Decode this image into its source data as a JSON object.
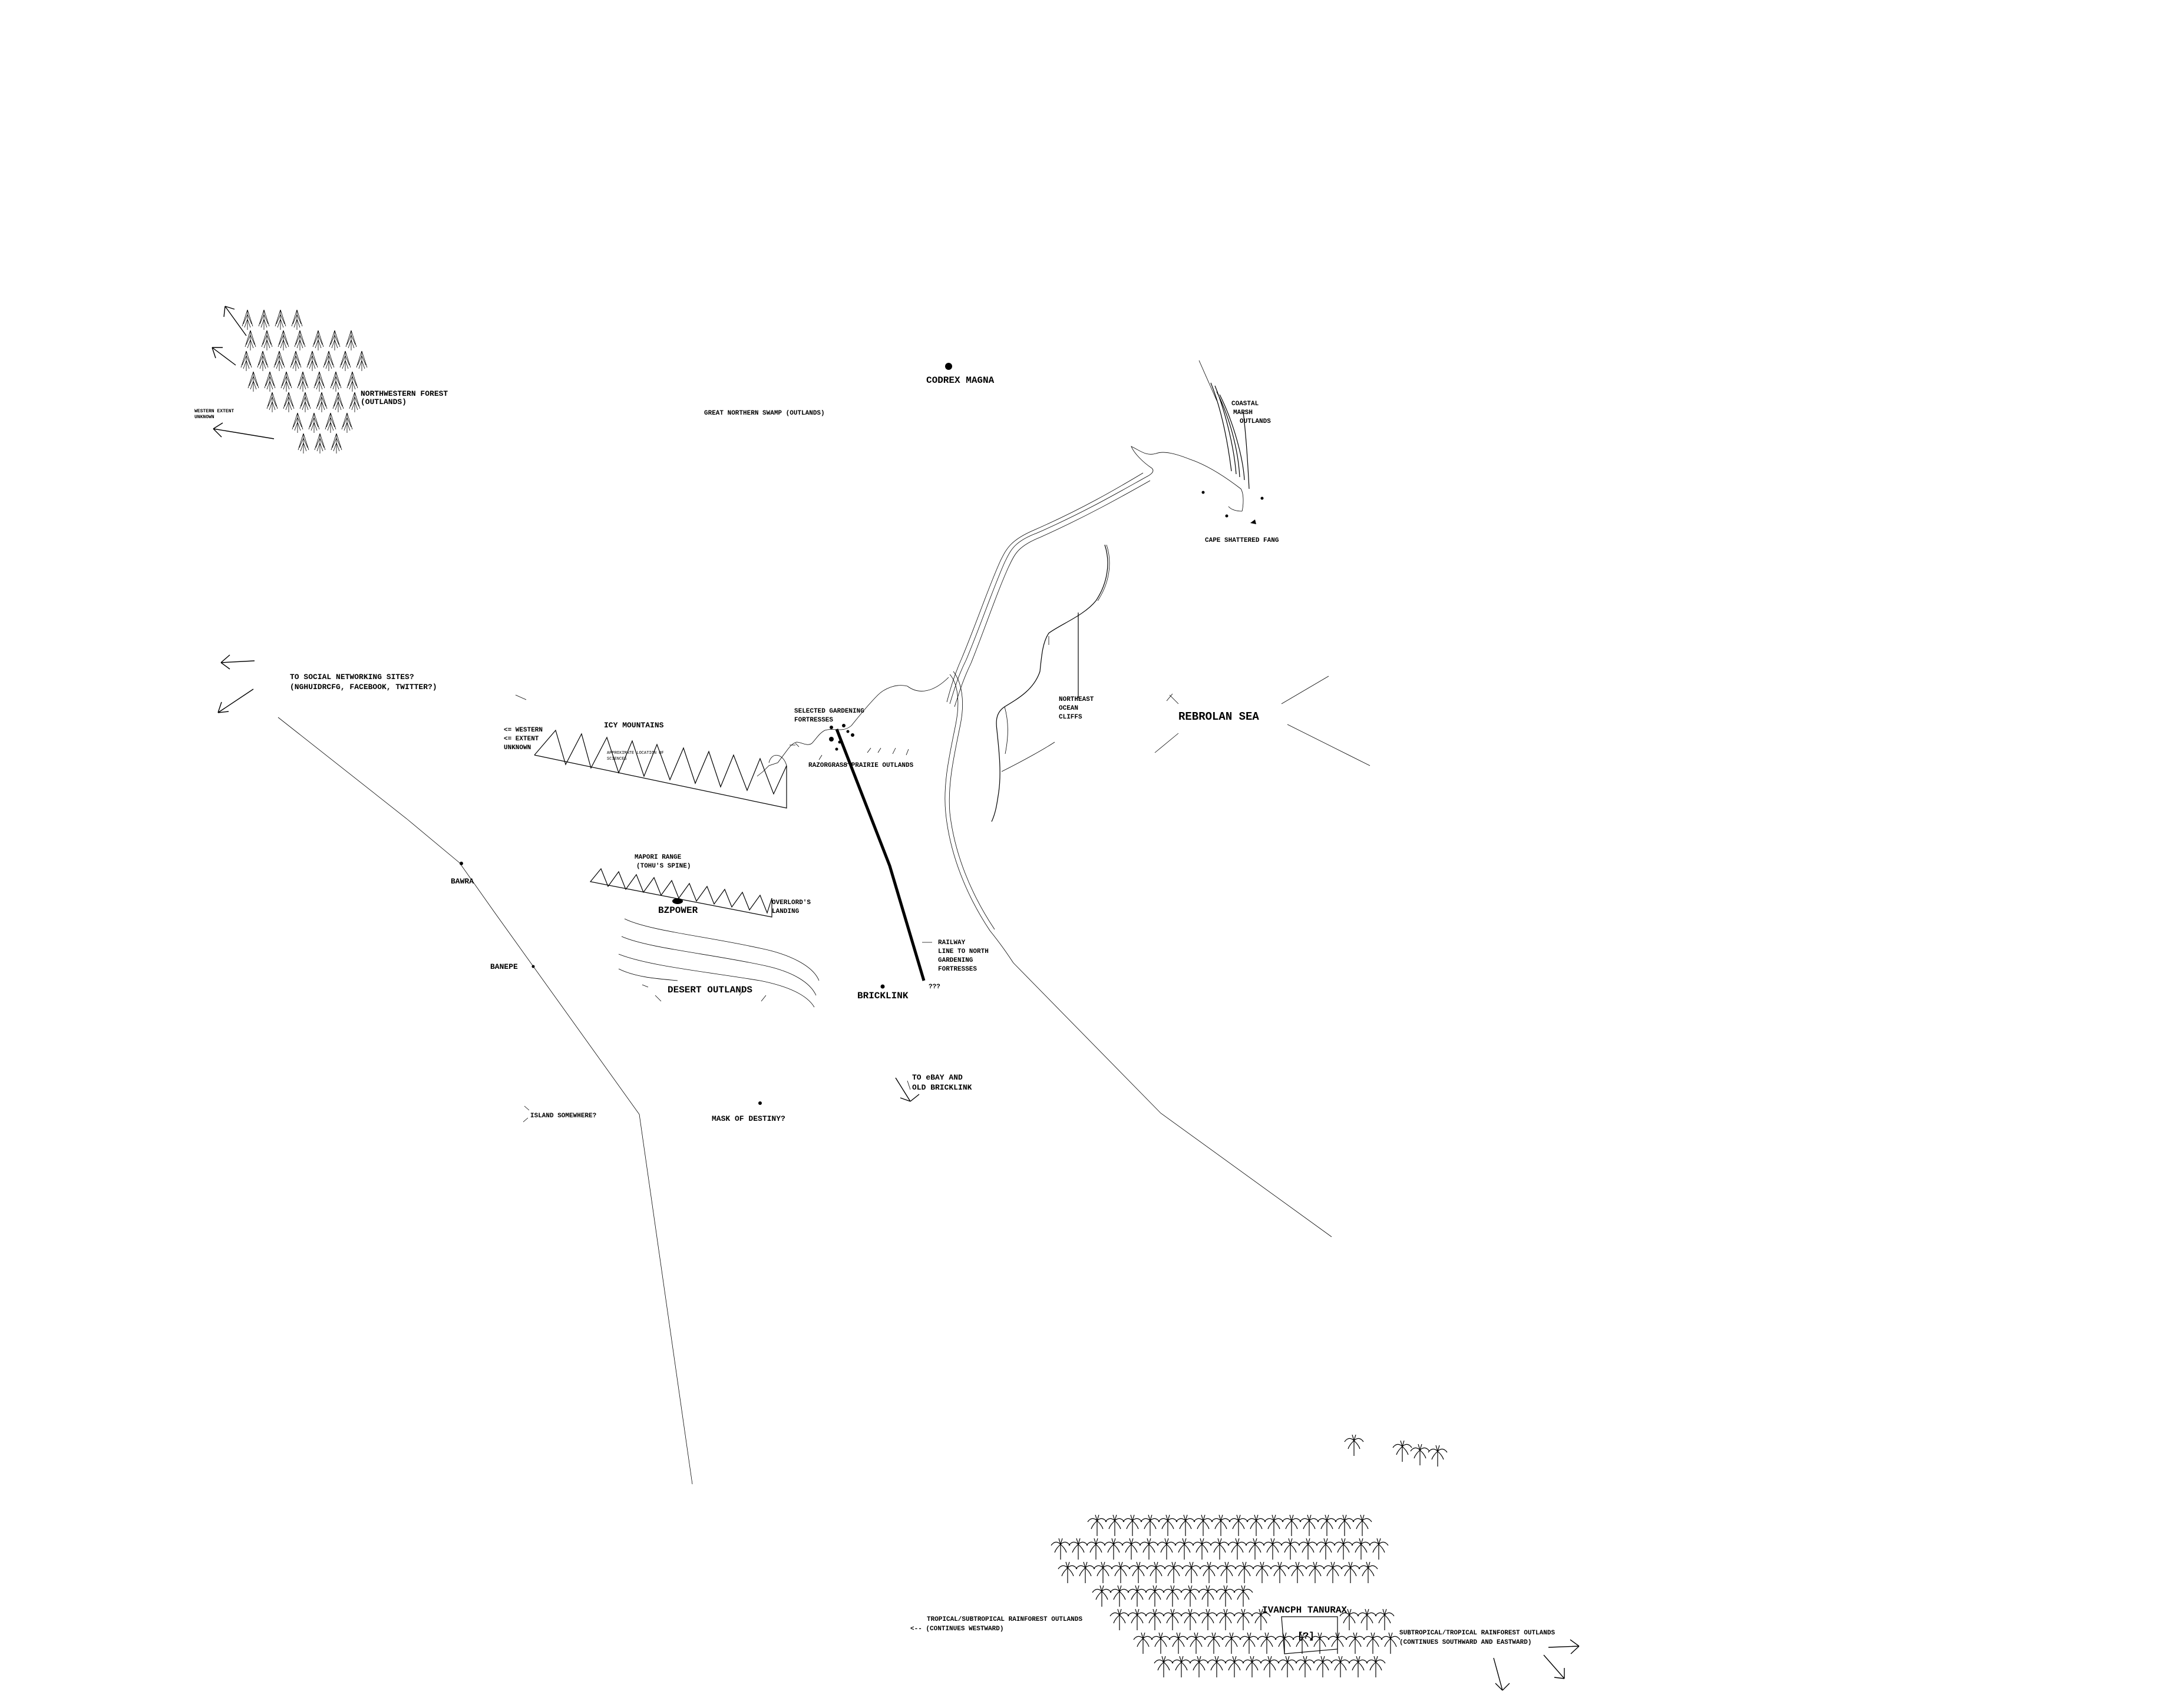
{
  "labels": {
    "northwestern_forest": [
      "NORTHWESTERN FOREST",
      "(OUTLANDS)"
    ],
    "western_extent_nw": [
      "WESTERN EXTENT",
      "UNKNOWN"
    ],
    "great_northern_swamp": "GREAT NORTHERN SWAMP (OUTLANDS)",
    "codrex_magna": "CODREX MAGNA",
    "coastal_marsh": [
      "COASTAL",
      "MARSH",
      "OUTLANDS"
    ],
    "cape_shattered_fang": "CAPE SHATTERED FANG",
    "social_networking": [
      "TO SOCIAL NETWORKING SITES?",
      "(NGHUIDRCFG, FACEBOOK, TWITTER?)"
    ],
    "western_extent": [
      "<= WESTERN",
      "<= EXTENT",
      "UNKNOWN"
    ],
    "icy_mountains": "ICY MOUNTAINS",
    "icy_mountains_note": [
      "APPROXIMATE LOCATION OF",
      "SCIENCES"
    ],
    "selected_fortresses": [
      "SELECTED GARDENING",
      "FORTRESSES"
    ],
    "razorgrass_prairie": "RAZORGRASS PRAIRIE OUTLANDS",
    "northeast_cliffs": [
      "NORTHEAST",
      "OCEAN",
      "CLIFFS"
    ],
    "rebrolan_sea": "REBROLAN SEA",
    "bawra": "BAWRA",
    "banepe": "BANEPE",
    "mapori_range": [
      "MAPORI RANGE",
      "(TOHU'S SPINE)"
    ],
    "bzpower": "BZPOWER",
    "overlords_landing": [
      "OVERLORD'S",
      "LANDING"
    ],
    "desert_outlands": "DESERT OUTLANDS",
    "railway": [
      "RAILWAY",
      "LINE TO NORTH",
      "GARDENING",
      "FORTRESSES"
    ],
    "railway_end": "???",
    "bricklink": "BRICKLINK",
    "ebay": [
      "TO eBAY AND",
      "OLD BRICKLINK"
    ],
    "island_somewhere": "ISLAND SOMEWHERE?",
    "mask_of_destiny": "MASK OF DESTINY?",
    "tropical_west": [
      "TROPICAL/SUBTROPICAL RAINFOREST OUTLANDS",
      "<-- (CONTINUES WESTWARD)"
    ],
    "ivancph_tanurax": "IVANCPH TANURAX",
    "unknown_box": "[?]",
    "subtropical_east": [
      "SUBTROPICAL/TROPICAL RAINFOREST OUTLANDS",
      "(CONTINUES SOUTHWARD AND EASTWARD)"
    ]
  },
  "icons": {
    "conifer": "conifer-tree-icon",
    "palm": "palm-tree-icon",
    "settlement": "filled-dot-icon",
    "arrow": "arrow-icon"
  }
}
